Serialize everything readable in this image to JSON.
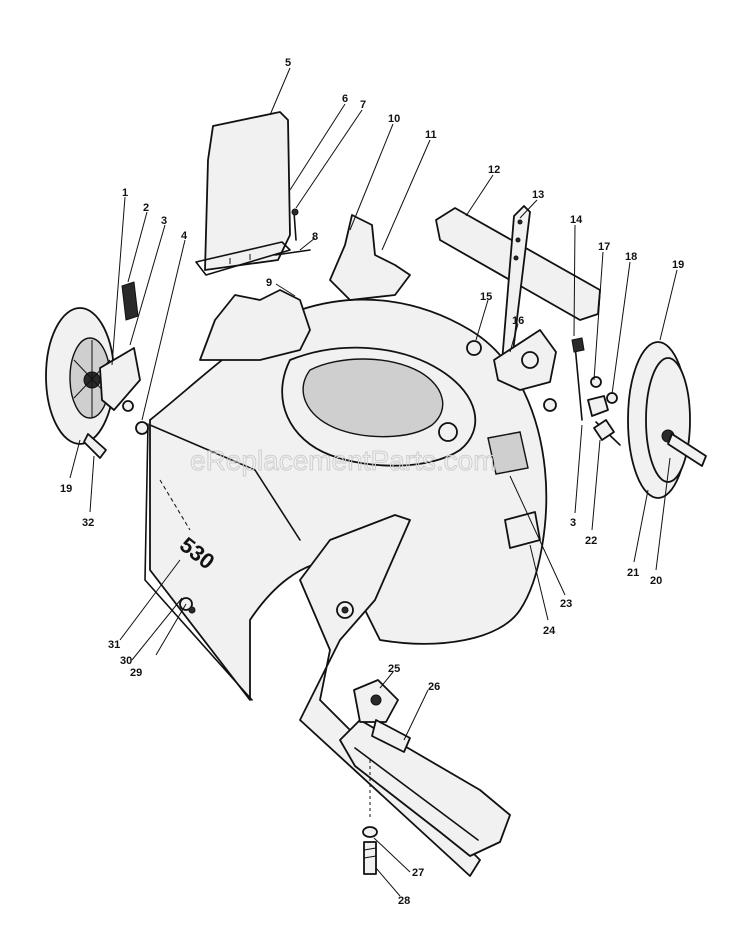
{
  "diagram": {
    "model_label": "530",
    "watermark": "eReplacementParts.com",
    "callouts": [
      "1",
      "2",
      "3",
      "4",
      "5",
      "6",
      "7",
      "8",
      "9",
      "10",
      "11",
      "12",
      "13",
      "14",
      "15",
      "16",
      "17",
      "18",
      "19",
      "19",
      "20",
      "21",
      "22",
      "23",
      "24",
      "25",
      "26",
      "27",
      "28",
      "29",
      "30",
      "31",
      "32",
      "3"
    ]
  }
}
